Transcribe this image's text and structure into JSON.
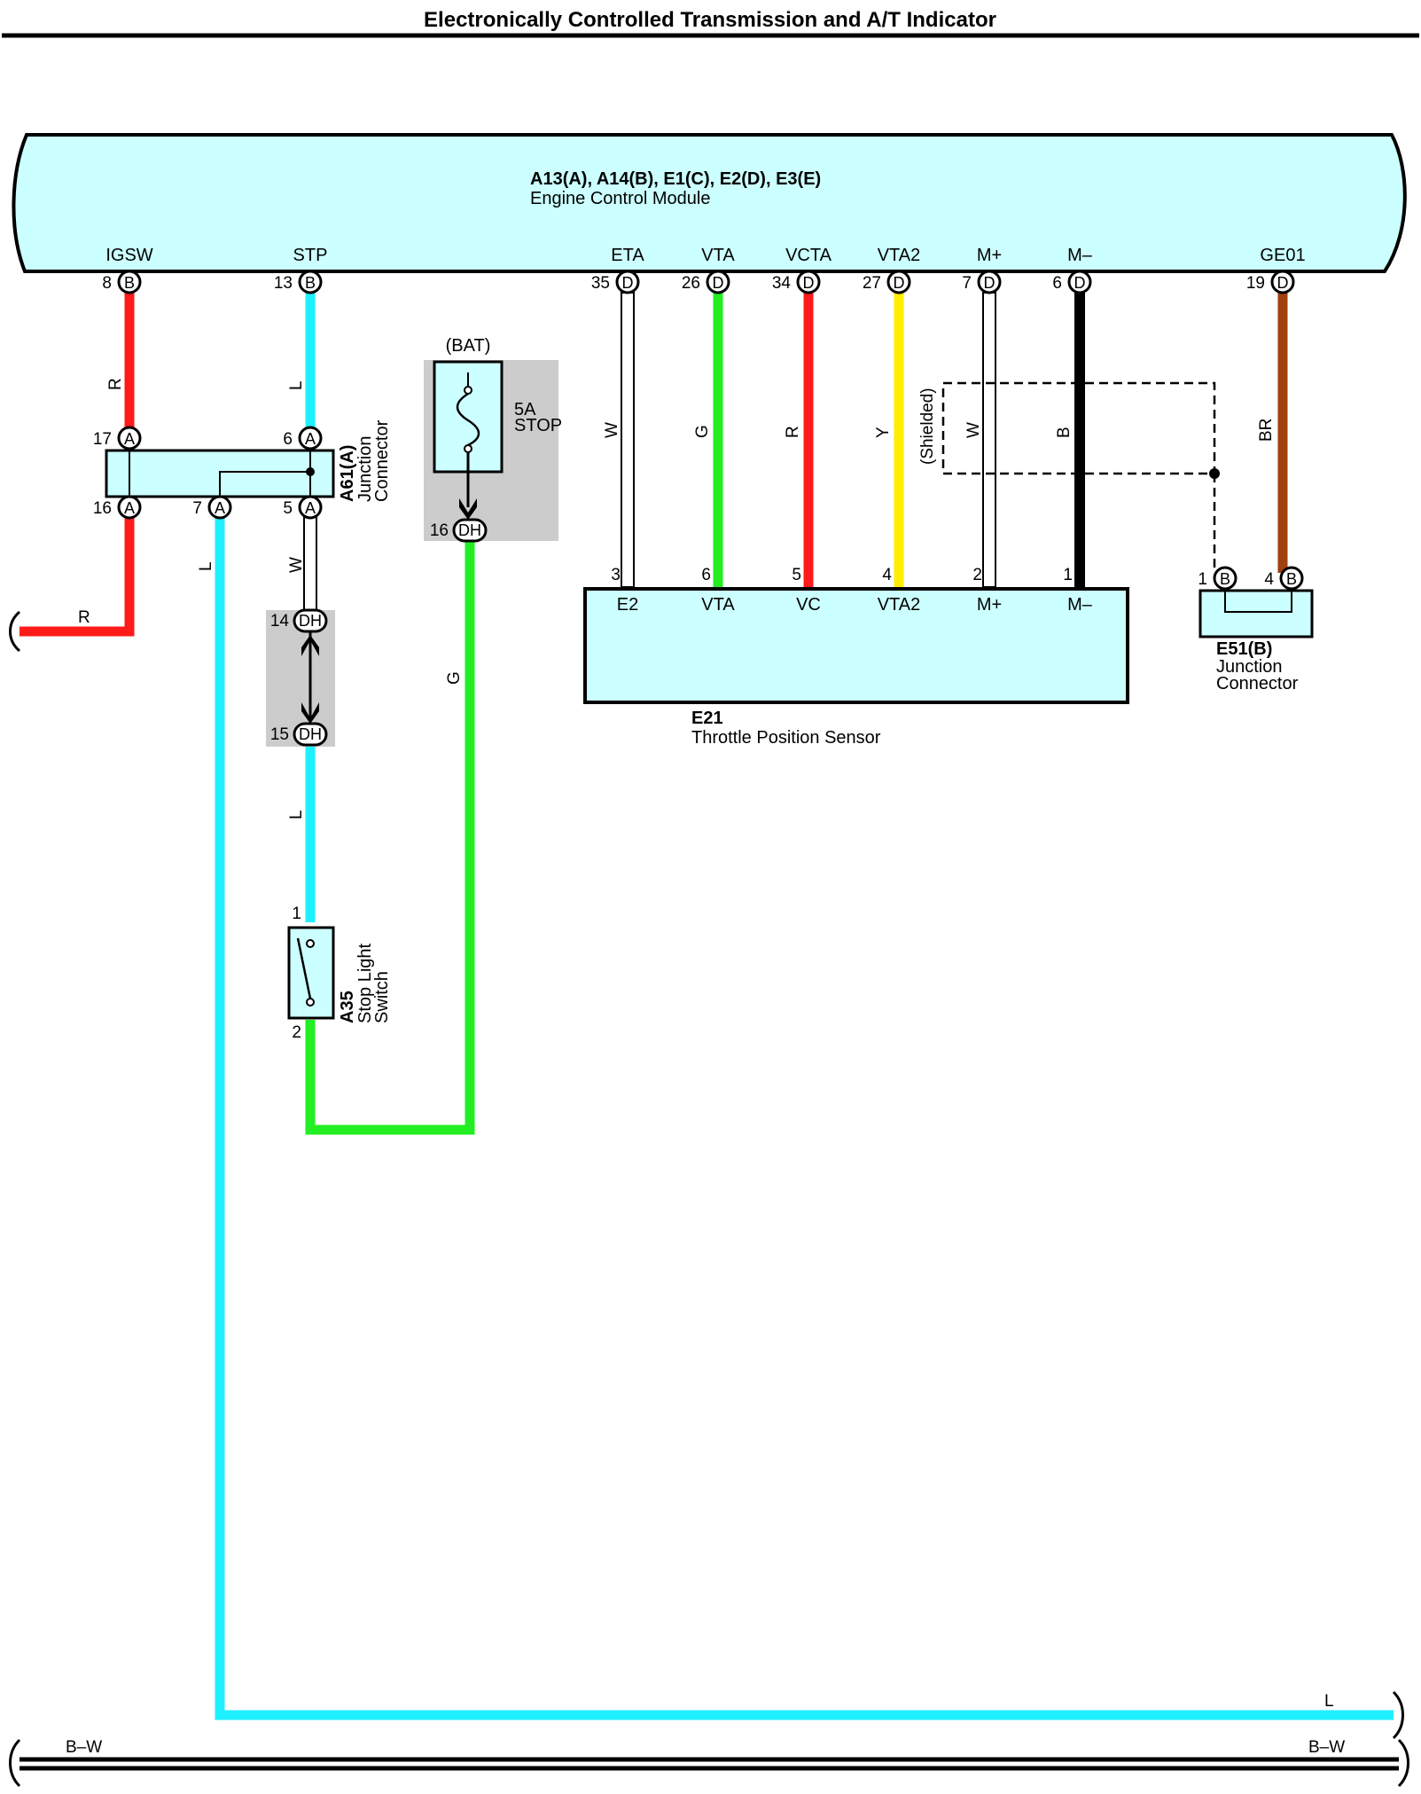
{
  "title": "Electronically Controlled Transmission and A/T Indicator",
  "ecm": {
    "connectors_label": "A13(A), A14(B), E1(C), E2(D), E3(E)",
    "name": "Engine Control Module",
    "pins": [
      {
        "name": "IGSW",
        "num": "8",
        "conn": "B"
      },
      {
        "name": "STP",
        "num": "13",
        "conn": "B"
      },
      {
        "name": "ETA",
        "num": "35",
        "conn": "D"
      },
      {
        "name": "VTA",
        "num": "26",
        "conn": "D"
      },
      {
        "name": "VCTA",
        "num": "34",
        "conn": "D"
      },
      {
        "name": "VTA2",
        "num": "27",
        "conn": "D"
      },
      {
        "name": "M+",
        "num": "7",
        "conn": "D"
      },
      {
        "name": "M–",
        "num": "6",
        "conn": "D"
      },
      {
        "name": "GE01",
        "num": "19",
        "conn": "D"
      }
    ]
  },
  "junction_a61": {
    "code": "A61(A)",
    "name_line1": "Junction",
    "name_line2": "Connector",
    "pins": [
      {
        "num": "17",
        "conn": "A"
      },
      {
        "num": "6",
        "conn": "A"
      },
      {
        "num": "16",
        "conn": "A"
      },
      {
        "num": "7",
        "conn": "A"
      },
      {
        "num": "5",
        "conn": "A"
      }
    ]
  },
  "fuse": {
    "source": "(BAT)",
    "rating": "5A",
    "name": "STOP",
    "pin_num": "16",
    "pin_conn": "DH"
  },
  "inline_connector": [
    {
      "num": "14",
      "conn": "DH"
    },
    {
      "num": "15",
      "conn": "DH"
    }
  ],
  "stop_switch": {
    "code": "A35",
    "name_line1": "Stop Light",
    "name_line2": "Switch",
    "pin_top": "1",
    "pin_bottom": "2"
  },
  "tps": {
    "code": "E21",
    "name": "Throttle Position Sensor",
    "pins": [
      {
        "num": "3",
        "name": "E2"
      },
      {
        "num": "6",
        "name": "VTA"
      },
      {
        "num": "5",
        "name": "VC"
      },
      {
        "num": "4",
        "name": "VTA2"
      },
      {
        "num": "2",
        "name": "M+"
      },
      {
        "num": "1",
        "name": "M–"
      }
    ]
  },
  "junction_e51": {
    "code": "E51(B)",
    "name_line1": "Junction",
    "name_line2": "Connector",
    "pins": [
      {
        "num": "1",
        "conn": "B"
      },
      {
        "num": "4",
        "conn": "B"
      }
    ]
  },
  "wires": {
    "igsw": "R",
    "stp": "L",
    "eta": "W",
    "vta": "G",
    "vcta": "R",
    "vta2": "Y",
    "shielded": "(Shielded)",
    "mplus": "W",
    "mminus": "B",
    "ge01": "BR",
    "left_out": "R",
    "a61_7": "L",
    "a61_5": "W",
    "dh15": "L",
    "fuse_out": "G",
    "bottom_l": "L",
    "bw_left": "B–W",
    "bw_right": "B–W"
  },
  "colors": {
    "component_fill": "#ccffff",
    "red": "#ff1a1a",
    "blue": "#1ef0ff",
    "green": "#22ee22",
    "yellow": "#ffee00",
    "black": "#000000",
    "brown": "#a0400e",
    "white_wire": "#ffffff",
    "shade": "#cccccc"
  }
}
